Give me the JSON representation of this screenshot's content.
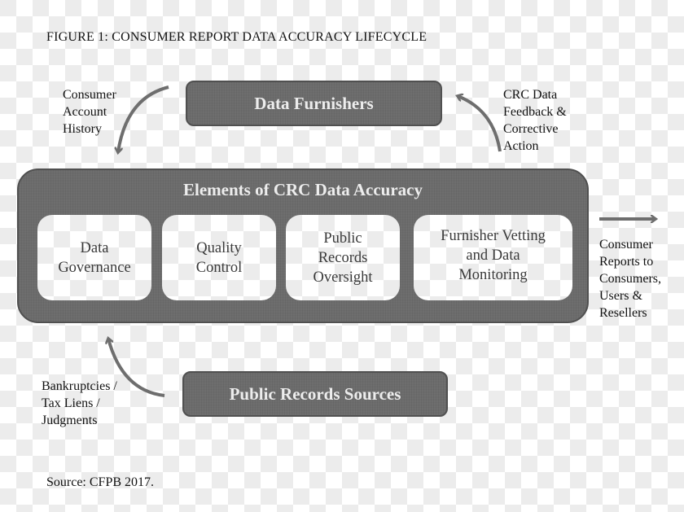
{
  "figure": {
    "title": "FIGURE 1: CONSUMER REPORT DATA ACCURACY LIFECYCLE",
    "source": "Source: CFPB 2017."
  },
  "nodes": {
    "data_furnishers": "Data Furnishers",
    "public_records_sources": "Public Records Sources",
    "elements_title": "Elements of CRC Data Accuracy",
    "elements": [
      {
        "line1": "Data",
        "line2": "Governance",
        "line3": ""
      },
      {
        "line1": "Quality",
        "line2": "Control",
        "line3": ""
      },
      {
        "line1": "Public",
        "line2": "Records",
        "line3": "Oversight"
      },
      {
        "line1": "Furnisher Vetting",
        "line2": "and Data",
        "line3": "Monitoring"
      }
    ]
  },
  "edges": {
    "consumer_account_history": {
      "line1": "Consumer",
      "line2": "Account",
      "line3": "History"
    },
    "crc_feedback": {
      "line1": "CRC Data",
      "line2": "Feedback &",
      "line3": "Corrective",
      "line4": "Action"
    },
    "consumer_reports": {
      "line1": "Consumer",
      "line2": "Reports to",
      "line3": "Consumers,",
      "line4": "Users &",
      "line5": "Resellers"
    },
    "public_records_inputs": {
      "line1": "Bankruptcies /",
      "line2": "Tax Liens /",
      "line3": "Judgments"
    }
  },
  "colors": {
    "box_fill": "#6a6a6a",
    "box_border": "#505050",
    "box_text": "#ededed",
    "arrow": "#6e6e6e",
    "checker_light": "#ffffff",
    "checker_dark": "#ececec"
  }
}
